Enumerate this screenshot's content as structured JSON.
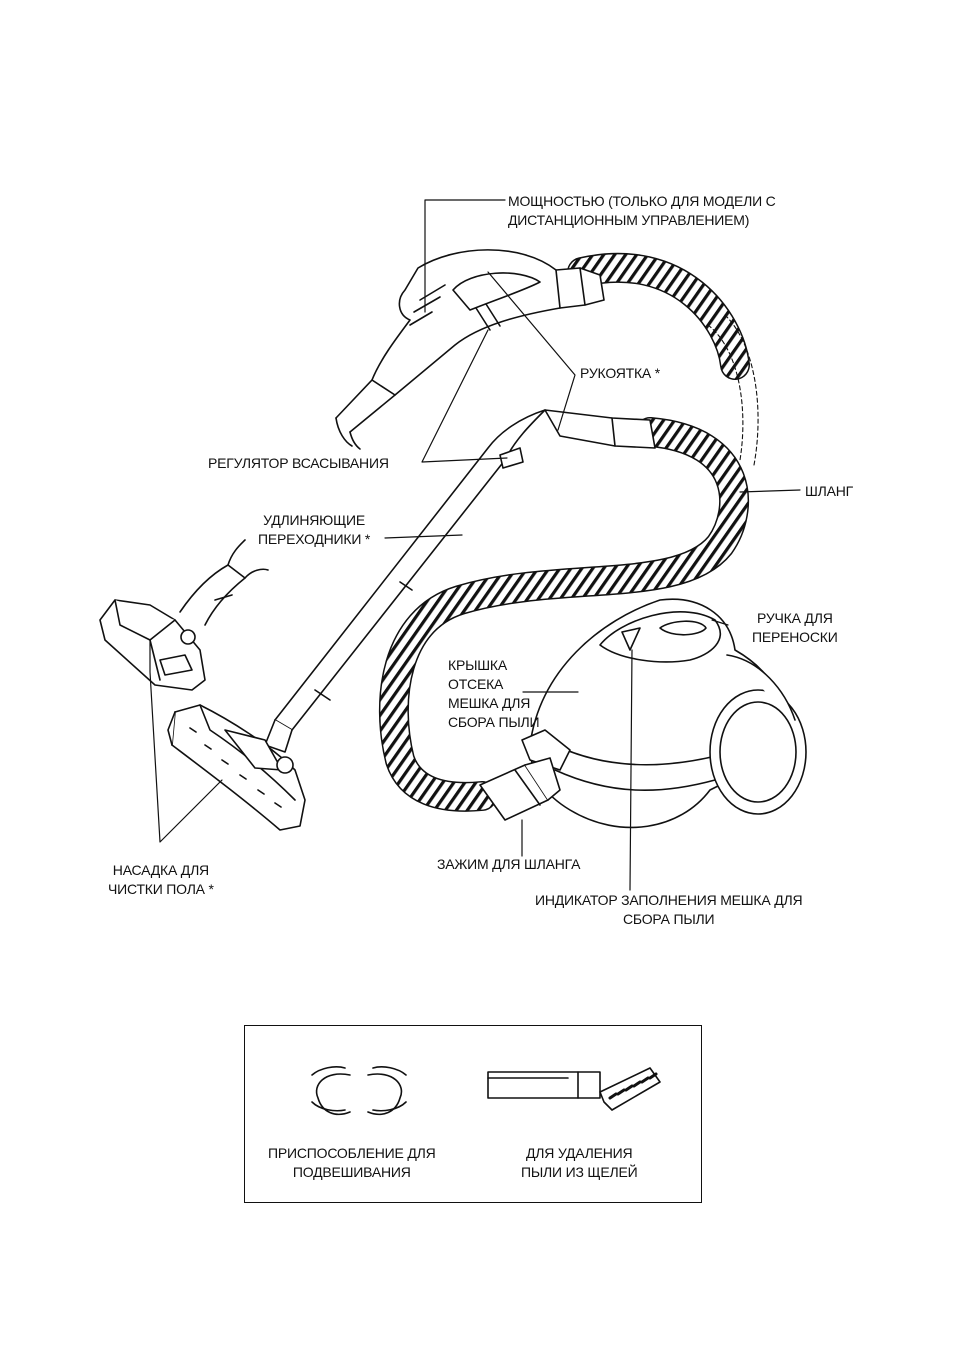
{
  "labels": {
    "power": "МОЩНОСТЬЮ (ТОЛЬКО ДЛЯ МОДЕЛИ С\nДИСТАНЦИОННЫМ УПРАВЛЕНИЕМ)",
    "handle": "РУКОЯТКА *",
    "suction_regulator": "РЕГУЛЯТОР ВСАСЫВАНИЯ",
    "hose": "ШЛАНГ",
    "extension_tubes": "УДЛИНЯЮЩИЕ\nПЕРЕХОДНИКИ *",
    "carry_handle": "РУЧКА ДЛЯ\nПЕРЕНОСКИ",
    "bag_cover": "КРЫШКА\nОТСЕКА\nМЕШКА ДЛЯ\nСБОРА ПЫЛИ",
    "floor_nozzle": "НАСАДКА ДЛЯ\nЧИСТКИ ПОЛА *",
    "hose_clamp": "ЗАЖИМ ДЛЯ ШЛАНГА",
    "bag_full_indicator": "ИНДИКАТОР ЗАПОЛНЕНИЯ МЕШКА ДЛЯ\nСБОРА ПЫЛИ"
  },
  "accessories": {
    "hanger": "ПРИСПОСОБЛЕНИЕ ДЛЯ\nПОДВЕШИВАНИЯ",
    "crevice": "ДЛЯ УДАЛЕНИЯ\nПЫЛИ ИЗ ЩЕЛЕЙ"
  }
}
